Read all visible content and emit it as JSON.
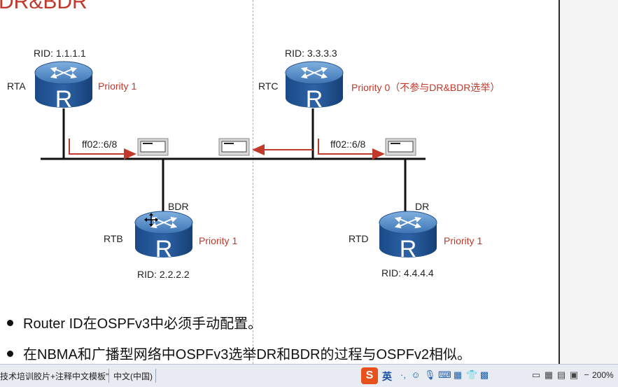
{
  "slide": {
    "title": "DR&BDR",
    "routers": {
      "rta": {
        "name": "RTA",
        "rid": "RID: 1.1.1.1",
        "priority": "Priority 1"
      },
      "rtb": {
        "name": "RTB",
        "rid": "RID: 2.2.2.2",
        "priority": "Priority 1",
        "role": "BDR"
      },
      "rtc": {
        "name": "RTC",
        "rid": "RID: 3.3.3.3",
        "priority": "Priority 0（不参与DR&BDR选举）"
      },
      "rtd": {
        "name": "RTD",
        "rid": "RID: 4.4.4.4",
        "priority": "Priority 1",
        "role": "DR"
      }
    },
    "multicast_left": "ff02::6/8",
    "multicast_right": "ff02::6/8",
    "router_glyph": "R",
    "bullets": [
      "Router ID在OSPFv3中必须手动配置。",
      "在NBMA和广播型网络中OSPFv3选举DR和BDR的过程与OSPFv2相似。"
    ]
  },
  "taskbar": {
    "doc_title": "技术培训胶片+注释中文模板\"",
    "language": "中文(中国)",
    "ime_mode": "英",
    "zoom": "200%",
    "icons": [
      "sogou-icon",
      "smiley-icon",
      "microphone-icon",
      "keyboard-icon",
      "clothes-icon",
      "grid-icon"
    ]
  },
  "colors": {
    "accent": "#c0392b",
    "router_top": "#5a8fc7",
    "router_body": "#1f4f8f"
  }
}
